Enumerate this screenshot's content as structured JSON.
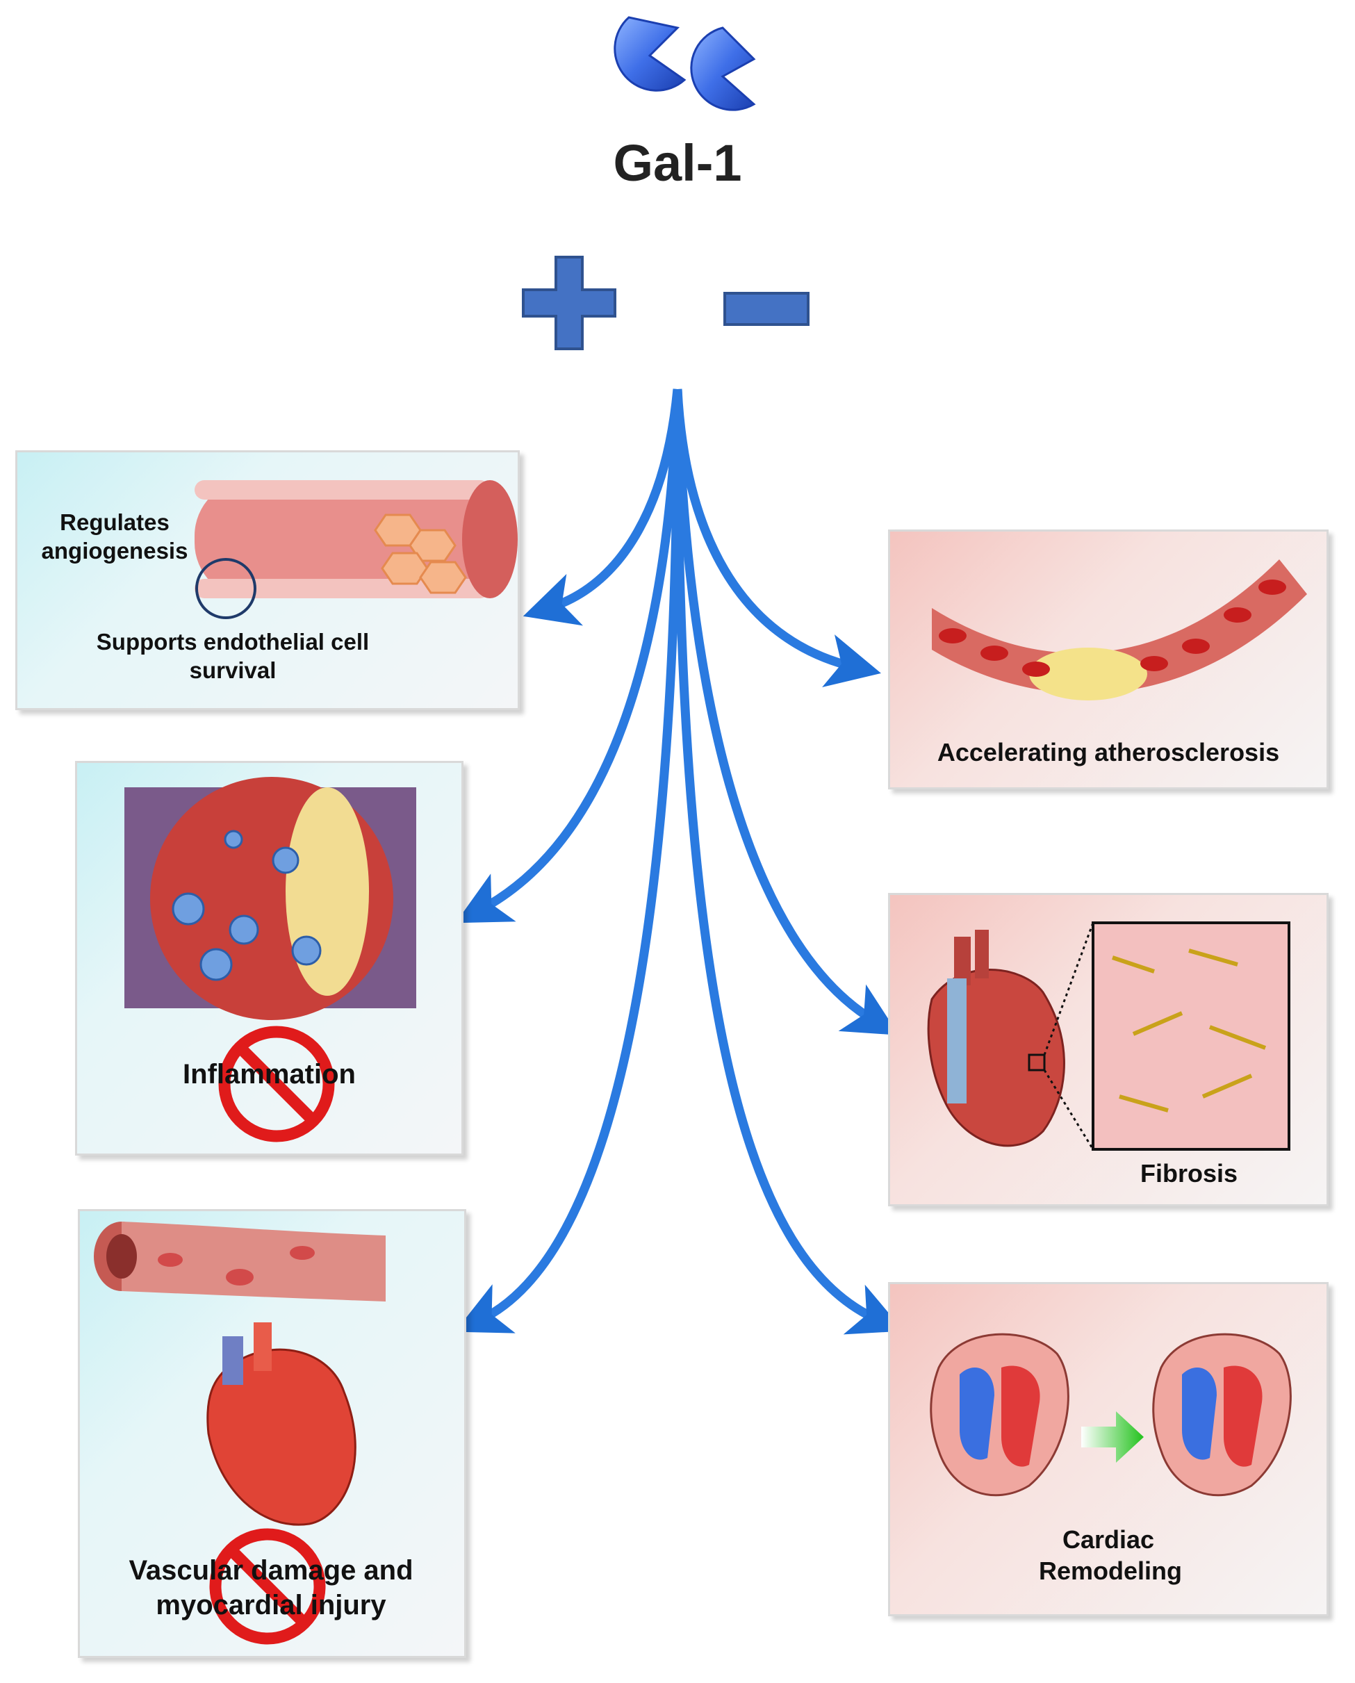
{
  "title": "Gal-1",
  "signs": {
    "plus": "+",
    "minus": "−"
  },
  "effects_positive": {
    "angiogenesis": "Regulates angiogenesis",
    "endothelial": "Supports endothelial cell survival",
    "inflammation": "Inflammation",
    "vascular": "Vascular damage and myocardial injury"
  },
  "effects_negative": {
    "atherosclerosis": "Accelerating atherosclerosis",
    "fibrosis": "Fibrosis",
    "remodeling": "Cardiac Remodeling"
  },
  "colors": {
    "accent": "#3a6fc4",
    "arrow": "#1f6fd6",
    "prohibit": "#e01b1b"
  },
  "icons": [
    "galectin-dimer-icon",
    "plus-icon",
    "minus-icon",
    "prohibition-icon",
    "green-arrow-icon"
  ]
}
